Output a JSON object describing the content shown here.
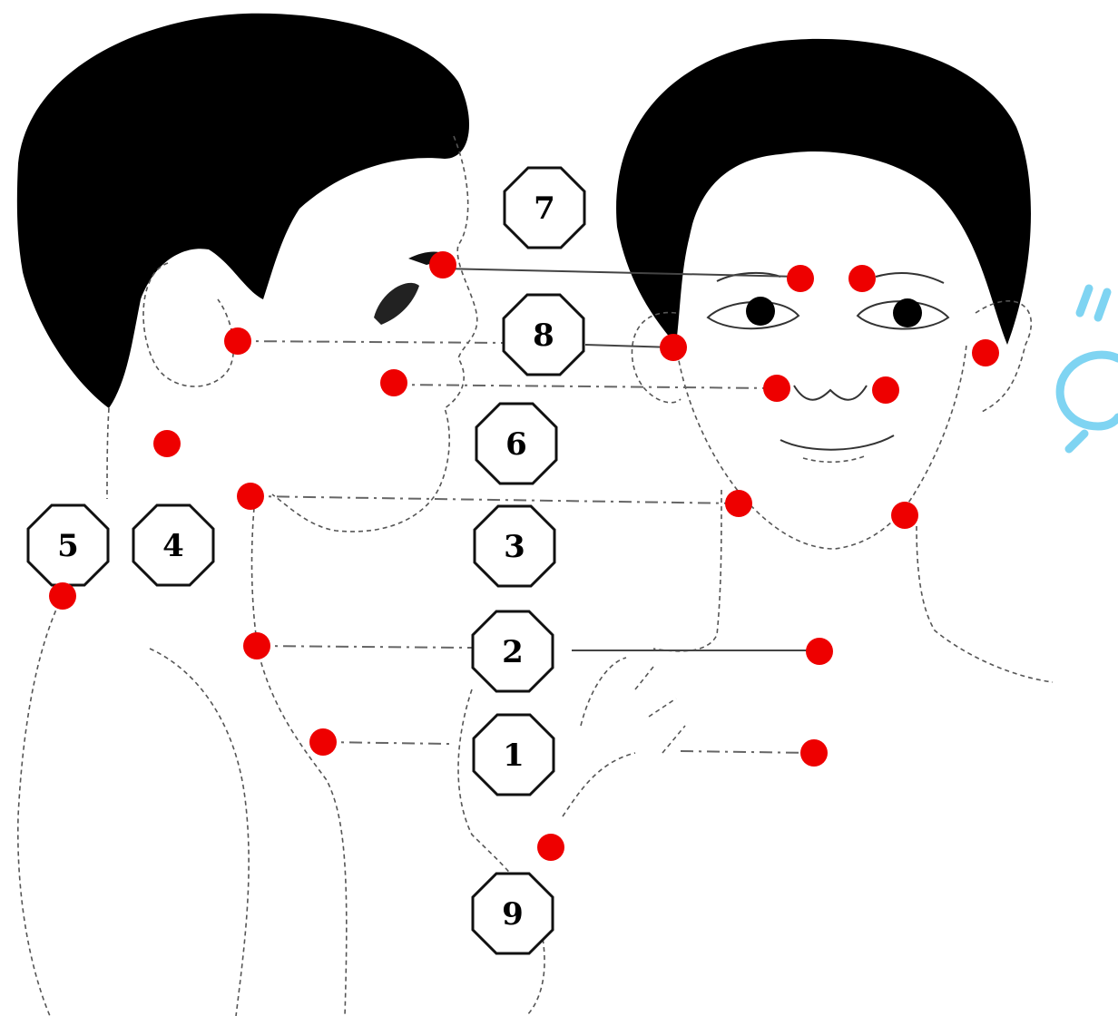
{
  "colors": {
    "point": "#ee0000",
    "hair": "#000000",
    "watermark": "#7fd4f2",
    "badge_stroke": "#111111"
  },
  "badges": [
    {
      "id": "badge-7",
      "label": "7"
    },
    {
      "id": "badge-8",
      "label": "8"
    },
    {
      "id": "badge-6",
      "label": "6"
    },
    {
      "id": "badge-3",
      "label": "3"
    },
    {
      "id": "badge-2",
      "label": "2"
    },
    {
      "id": "badge-1",
      "label": "1"
    },
    {
      "id": "badge-9",
      "label": "9"
    },
    {
      "id": "badge-5",
      "label": "5"
    },
    {
      "id": "badge-4",
      "label": "4"
    }
  ]
}
